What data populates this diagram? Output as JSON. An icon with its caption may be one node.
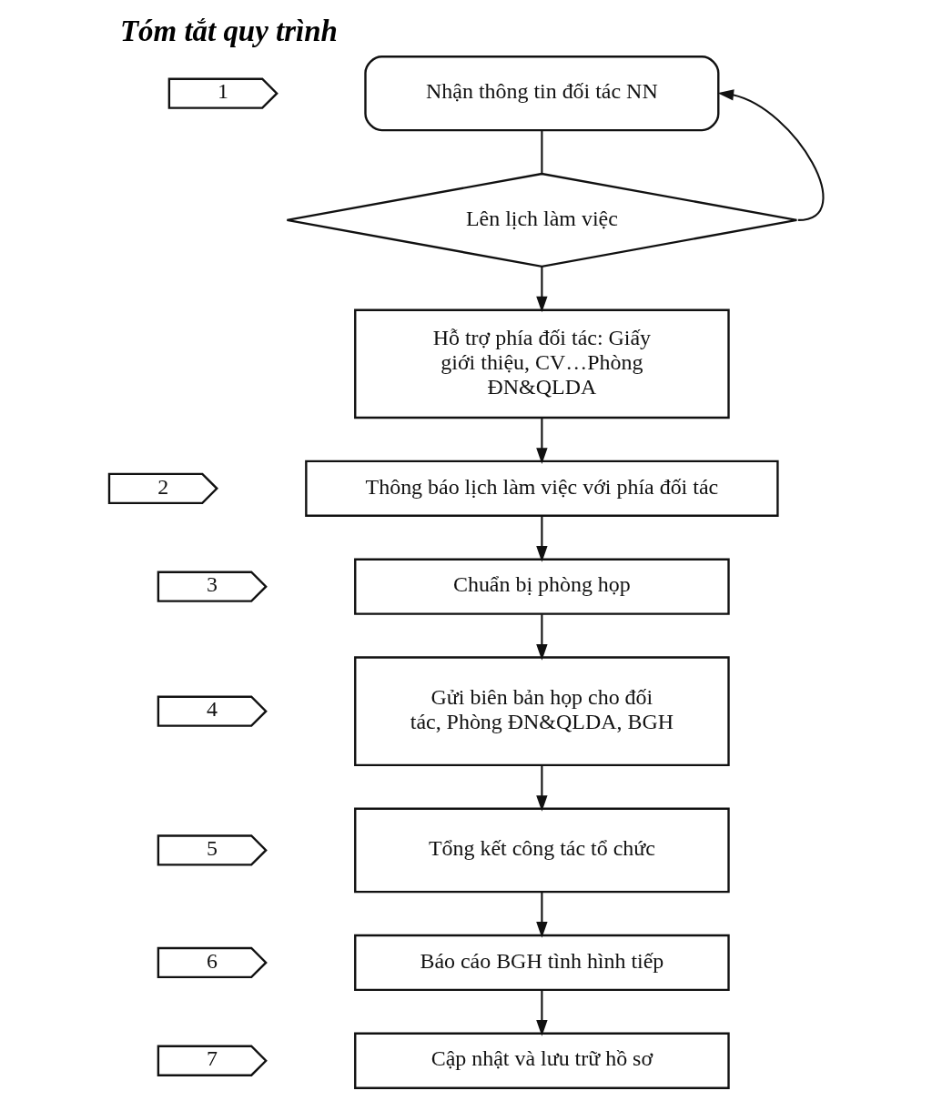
{
  "diagram": {
    "title": "Tóm tắt quy trình",
    "nodes": [
      {
        "text": [
          "1"
        ]
      },
      {
        "text": [
          "Nhận thông tin đối tác NN"
        ]
      },
      {
        "text": [
          "Lên lịch làm việc"
        ]
      },
      {
        "text": [
          "Hỗ trợ phía đối tác: Giấy giới thiệu, CV…Phòng ĐN&QLDA"
        ]
      },
      {
        "text": [
          "2"
        ]
      },
      {
        "text": [
          "Thông báo lịch làm việc với phía đối tác"
        ]
      },
      {
        "text": [
          "3"
        ]
      },
      {
        "text": [
          "Chuẩn bị phòng họp"
        ]
      },
      {
        "text": [
          "4"
        ]
      },
      {
        "text": [
          "Gửi biên bản họp cho đối tác, Phòng ĐN&QLDA, BGH"
        ]
      },
      {
        "text": [
          "5"
        ]
      },
      {
        "text": [
          "Tổng kết công tác tổ chức"
        ]
      },
      {
        "text": [
          "6"
        ]
      },
      {
        "text": [
          "Báo cáo BGH tình hình tiếp"
        ]
      },
      {
        "text": [
          "7"
        ]
      },
      {
        "text": [
          "Cập nhật và lưu trữ hồ sơ"
        ]
      }
    ],
    "edges": [
      {
        "from": 1,
        "to": 2,
        "arrow": "none"
      },
      {
        "from": 2,
        "to": 3,
        "arrow": "to"
      },
      {
        "from": 3,
        "to": 5,
        "arrow": "to"
      },
      {
        "from": 5,
        "to": 7,
        "arrow": "to"
      },
      {
        "from": 7,
        "to": 9,
        "arrow": "to"
      },
      {
        "from": 9,
        "to": 11,
        "arrow": "to"
      },
      {
        "from": 11,
        "to": 13,
        "arrow": "to"
      },
      {
        "from": 13,
        "to": 15,
        "arrow": "to"
      },
      {
        "from": 2,
        "to": 1,
        "arrow": "to"
      }
    ]
  }
}
